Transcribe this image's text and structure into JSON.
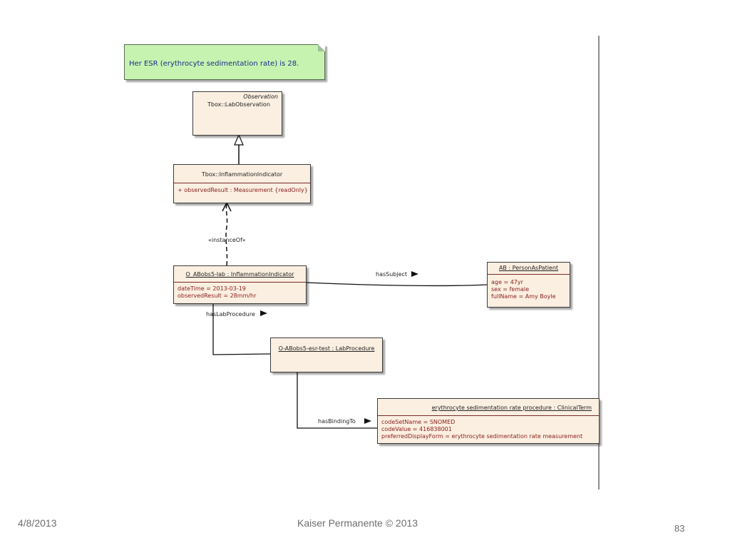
{
  "note": {
    "text": "Her ESR (erythrocyte sedimentation rate) is 28."
  },
  "classes": {
    "observation": {
      "stereotype": "Observation",
      "name": "Tbox::LabObservation"
    },
    "inflammation": {
      "name": "Tbox::InflammationIndicator",
      "attribute": "+   observedResult : Measurement {readOnly}"
    },
    "instance": {
      "name": "O_ABobs5-lab : InflammationIndicator",
      "attributes": [
        "dateTime = 2013-03-19",
        "observedResult = 28mm/hr"
      ]
    },
    "patient": {
      "name": "AB : PersonAsPatient",
      "attributes": [
        "age = 47yr",
        "sex = female",
        "fullName = Amy Boyle"
      ]
    },
    "procedure": {
      "name": "O-ABobs5-esr-test : LabProcedure"
    },
    "term": {
      "name": "erythrocyte sedimentation rate procedure : ClinicalTerm",
      "attributes": [
        "codeSetName = SNOMED",
        "codeValue = 416838001",
        "preferredDisplayForm = erythrocyte sedimentation rate measurement"
      ]
    }
  },
  "relations": {
    "instanceOf": "«instanceOf»",
    "hasSubject": "hasSubject",
    "hasLabProcedure": "hasLabProcedure",
    "hasBindingTo": "hasBindingTo"
  },
  "footer": {
    "date": "4/8/2013",
    "copyright": "Kaiser Permanente © 2013",
    "page": "83"
  }
}
